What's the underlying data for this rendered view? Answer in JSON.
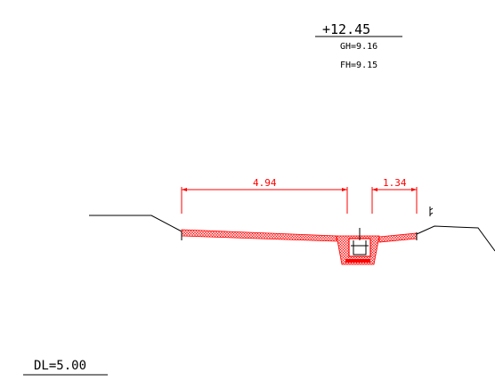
{
  "station": {
    "label": "+12.45",
    "gh": "GH=9.16",
    "fh": "FH=9.15"
  },
  "dimensions": {
    "left_width": "4.94",
    "right_width": "1.34"
  },
  "datum": {
    "label": "DL=5.00"
  },
  "colors": {
    "line": "#000000",
    "dimension": "#ff0000",
    "hatch": "#ff0000"
  }
}
